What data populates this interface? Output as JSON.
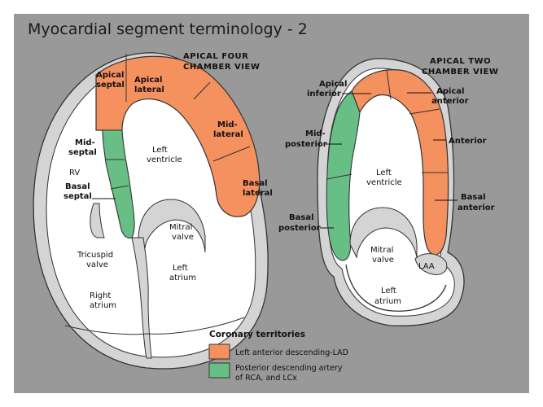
{
  "title": "Myocardial segment terminology - 2",
  "colors": {
    "background": "#999999",
    "lad": "#f4915f",
    "rca_lcx": "#68bf86",
    "cavity": "#ffffff",
    "wall": "#d0d0d0",
    "outline": "#333333"
  },
  "four_chamber": {
    "view_title_line1": "APICAL FOUR",
    "view_title_line2": "CHAMBER VIEW",
    "segments": {
      "apical_septal_line1": "Apical",
      "apical_septal_line2": "septal",
      "apical_lateral_line1": "Apical",
      "apical_lateral_line2": "lateral",
      "mid_lateral_line1": "Mid-",
      "mid_lateral_line2": "lateral",
      "mid_septal_line1": "Mid-",
      "mid_septal_line2": "septal",
      "basal_septal_line1": "Basal",
      "basal_septal_line2": "septal",
      "basal_lateral_line1": "Basal",
      "basal_lateral_line2": "lateral"
    },
    "chambers": {
      "rv": "RV",
      "left_ventricle_line1": "Left",
      "left_ventricle_line2": "ventricle",
      "mitral_valve_line1": "Mitral",
      "mitral_valve_line2": "valve",
      "tricuspid_valve_line1": "Tricuspid",
      "tricuspid_valve_line2": "valve",
      "left_atrium_line1": "Left",
      "left_atrium_line2": "atrium",
      "right_atrium_line1": "Right",
      "right_atrium_line2": "atrium"
    }
  },
  "two_chamber": {
    "view_title_line1": "APICAL TWO",
    "view_title_line2": "CHAMBER VIEW",
    "segments": {
      "apical_inferior_line1": "Apical",
      "apical_inferior_line2": "inferior",
      "apical_anterior_line1": "Apical",
      "apical_anterior_line2": "anterior",
      "mid_posterior_line1": "Mid-",
      "mid_posterior_line2": "posterior",
      "anterior": "Anterior",
      "basal_posterior_line1": "Basal",
      "basal_posterior_line2": "posterior",
      "basal_anterior_line1": "Basal",
      "basal_anterior_line2": "anterior"
    },
    "chambers": {
      "left_ventricle_line1": "Left",
      "left_ventricle_line2": "ventricle",
      "mitral_valve_line1": "Mitral",
      "mitral_valve_line2": "valve",
      "laa": "LAA",
      "left_atrium_line1": "Left",
      "left_atrium_line2": "atrium"
    }
  },
  "legend": {
    "title": "Coronary territories",
    "lad": "Left anterior descending-LAD",
    "rca_line1": "Posterior descending artery",
    "rca_line2": "of RCA, and LCx"
  }
}
